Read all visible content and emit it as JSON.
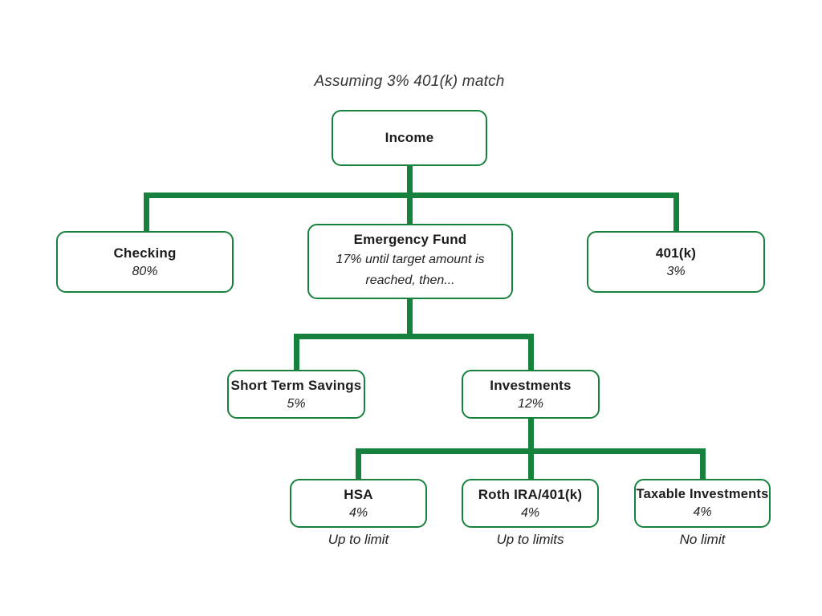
{
  "title": "Assuming 3% 401(k) match",
  "colors": {
    "connector_green": "#17823d",
    "box_border_green": "#17823d",
    "text_dark": "#222222"
  },
  "nodes": {
    "income": {
      "title": "Income"
    },
    "checking": {
      "title": "Checking",
      "subtitle": "80%"
    },
    "emergency_fund": {
      "title": "Emergency Fund",
      "subtitle": "17% until target amount is reached, then..."
    },
    "retirement_401k": {
      "title": "401(k)",
      "subtitle": "3%"
    },
    "short_term_savings": {
      "title": "Short Term Savings",
      "subtitle": "5%"
    },
    "investments": {
      "title": "Investments",
      "subtitle": "12%"
    },
    "hsa": {
      "title": "HSA",
      "subtitle": "4%",
      "caption": "Up to limit"
    },
    "roth_ira_401k": {
      "title": "Roth IRA/401(k)",
      "subtitle": "4%",
      "caption": "Up to limits"
    },
    "taxable_investments": {
      "title": "Taxable Investments",
      "subtitle": "4%",
      "caption": "No limit"
    }
  }
}
